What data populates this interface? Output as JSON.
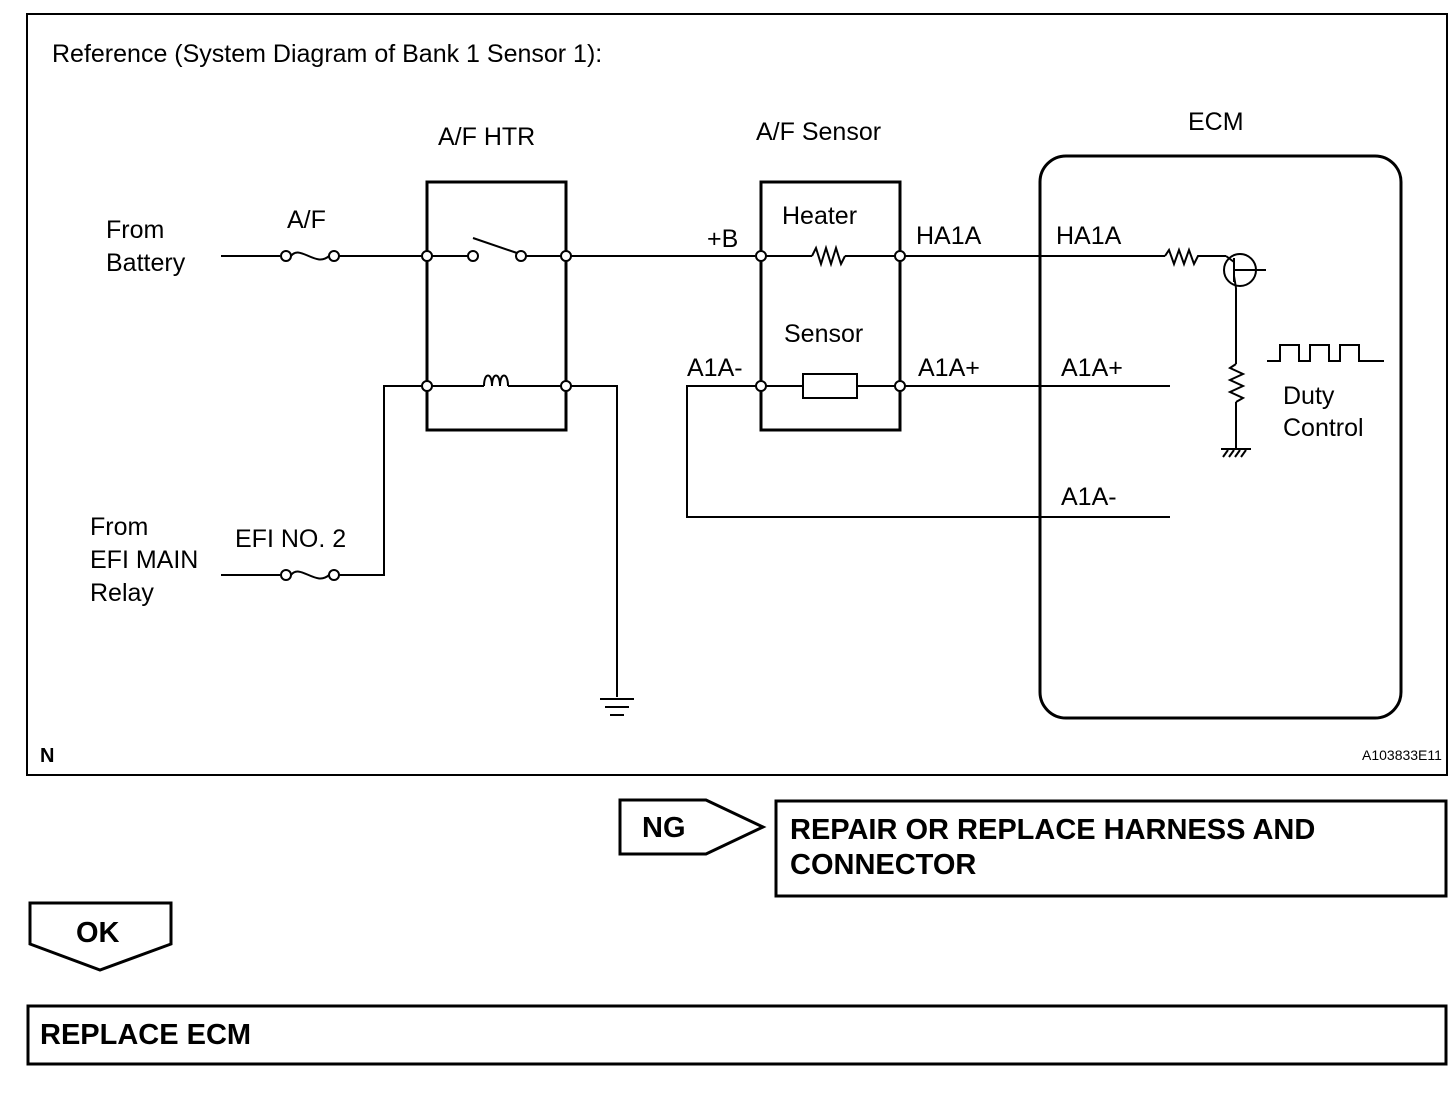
{
  "reference_title": "Reference (System Diagram of Bank 1 Sensor 1):",
  "labels": {
    "af_htr": "A/F HTR",
    "af_sensor": "A/F Sensor",
    "ecm": "ECM",
    "from_battery_1": "From",
    "from_battery_2": "Battery",
    "af_fuse": "A/F",
    "heater": "Heater",
    "sensor": "Sensor",
    "plus_b": "+B",
    "ha1a_sensor": "HA1A",
    "ha1a_ecm": "HA1A",
    "a1a_minus_sensor": "A1A-",
    "a1a_plus_sensor": "A1A+",
    "a1a_plus_ecm": "A1A+",
    "a1a_minus_ecm": "A1A-",
    "duty_1": "Duty",
    "duty_2": "Control",
    "from_efi_1": "From",
    "from_efi_2": "EFI MAIN",
    "from_efi_3": "Relay",
    "efi_fuse": "EFI NO. 2",
    "corner_n": "N",
    "figure_id": "A103833E11"
  },
  "flow": {
    "ng_label": "NG",
    "ng_result_line1": "REPAIR OR REPLACE HARNESS AND",
    "ng_result_line2": "CONNECTOR",
    "ok_label": "OK",
    "ok_result": "REPLACE ECM"
  }
}
